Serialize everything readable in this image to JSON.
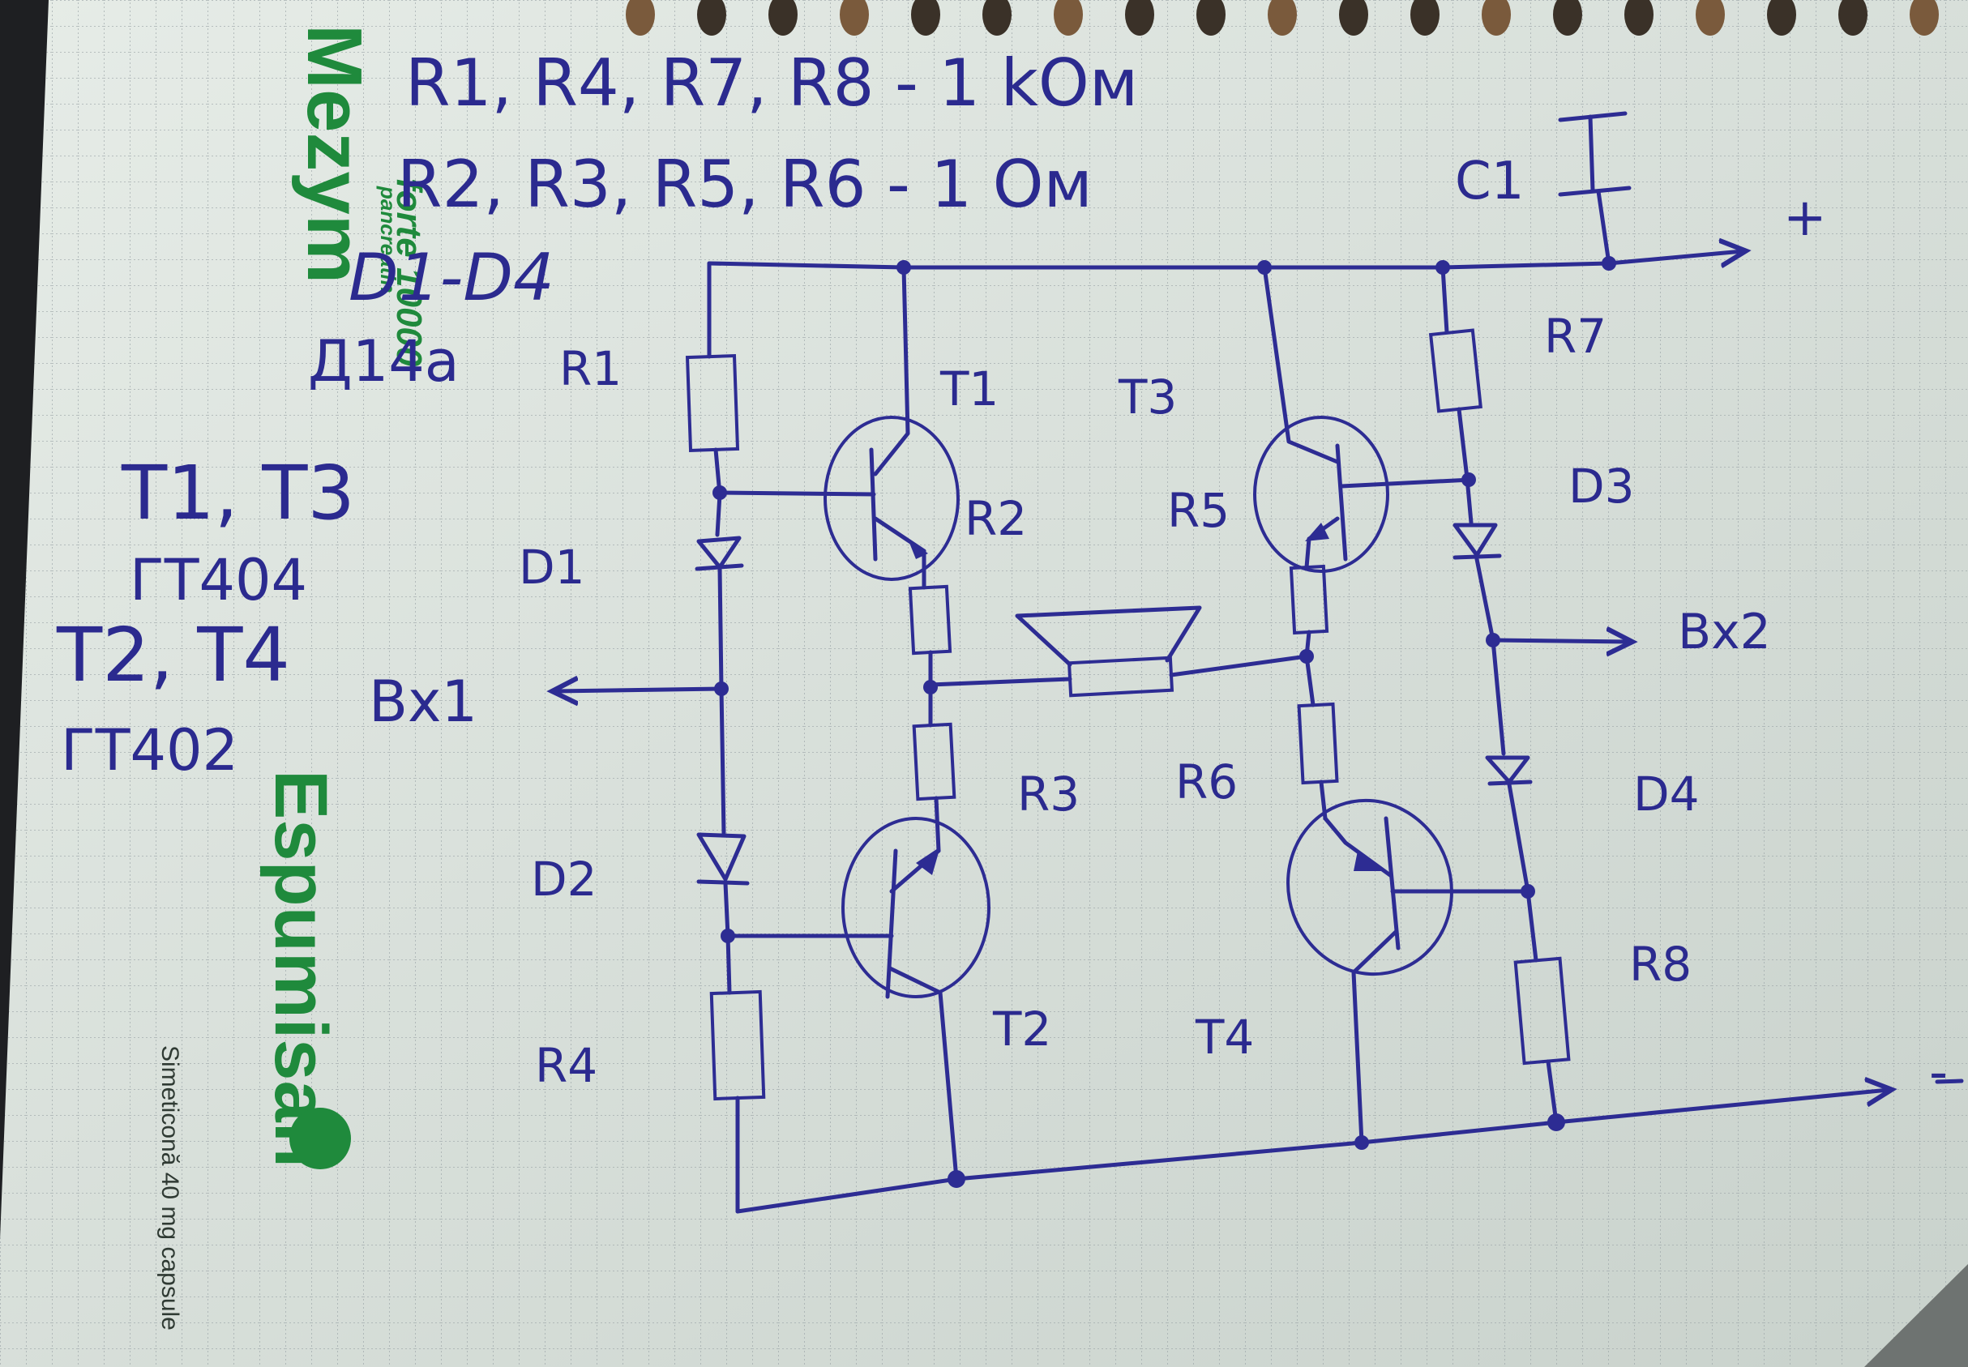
{
  "notes": {
    "line1": "R1, R4, R7, R8 - 1 kOм",
    "line2": "R2, R3, R5, R6 - 1 Ом",
    "line3": "D1-D4",
    "line4": "Д14а",
    "line5": "T1, T3",
    "line6": "ГТ404",
    "line7": "T2, T4",
    "line8": "ГТ402"
  },
  "branding": {
    "mezym_title": "Mezym",
    "mezym_sub": "pancreatin",
    "mezym_forte": "forte 10000",
    "espumisan_title": "Espumisan",
    "espumisan_sub": "Simeticonă 40 mg capsule",
    "brand_color": "#1f8a3c"
  },
  "labels": {
    "c1": "C1",
    "plus": "+",
    "minus": "-",
    "r1": "R1",
    "r2": "R2",
    "r3": "R3",
    "r4": "R4",
    "r5": "R5",
    "r6": "R6",
    "r7": "R7",
    "r8": "R8",
    "t1": "T1",
    "t2": "T2",
    "t3": "T3",
    "t4": "T4",
    "d1": "D1",
    "d2": "D2",
    "d3": "D3",
    "d4": "D4",
    "bx1": "Bx1",
    "bx2": "Bx2"
  },
  "colors": {
    "paper": "#dfe6e0",
    "ink": "#2d2c93",
    "grid": "#9aa3a6"
  }
}
